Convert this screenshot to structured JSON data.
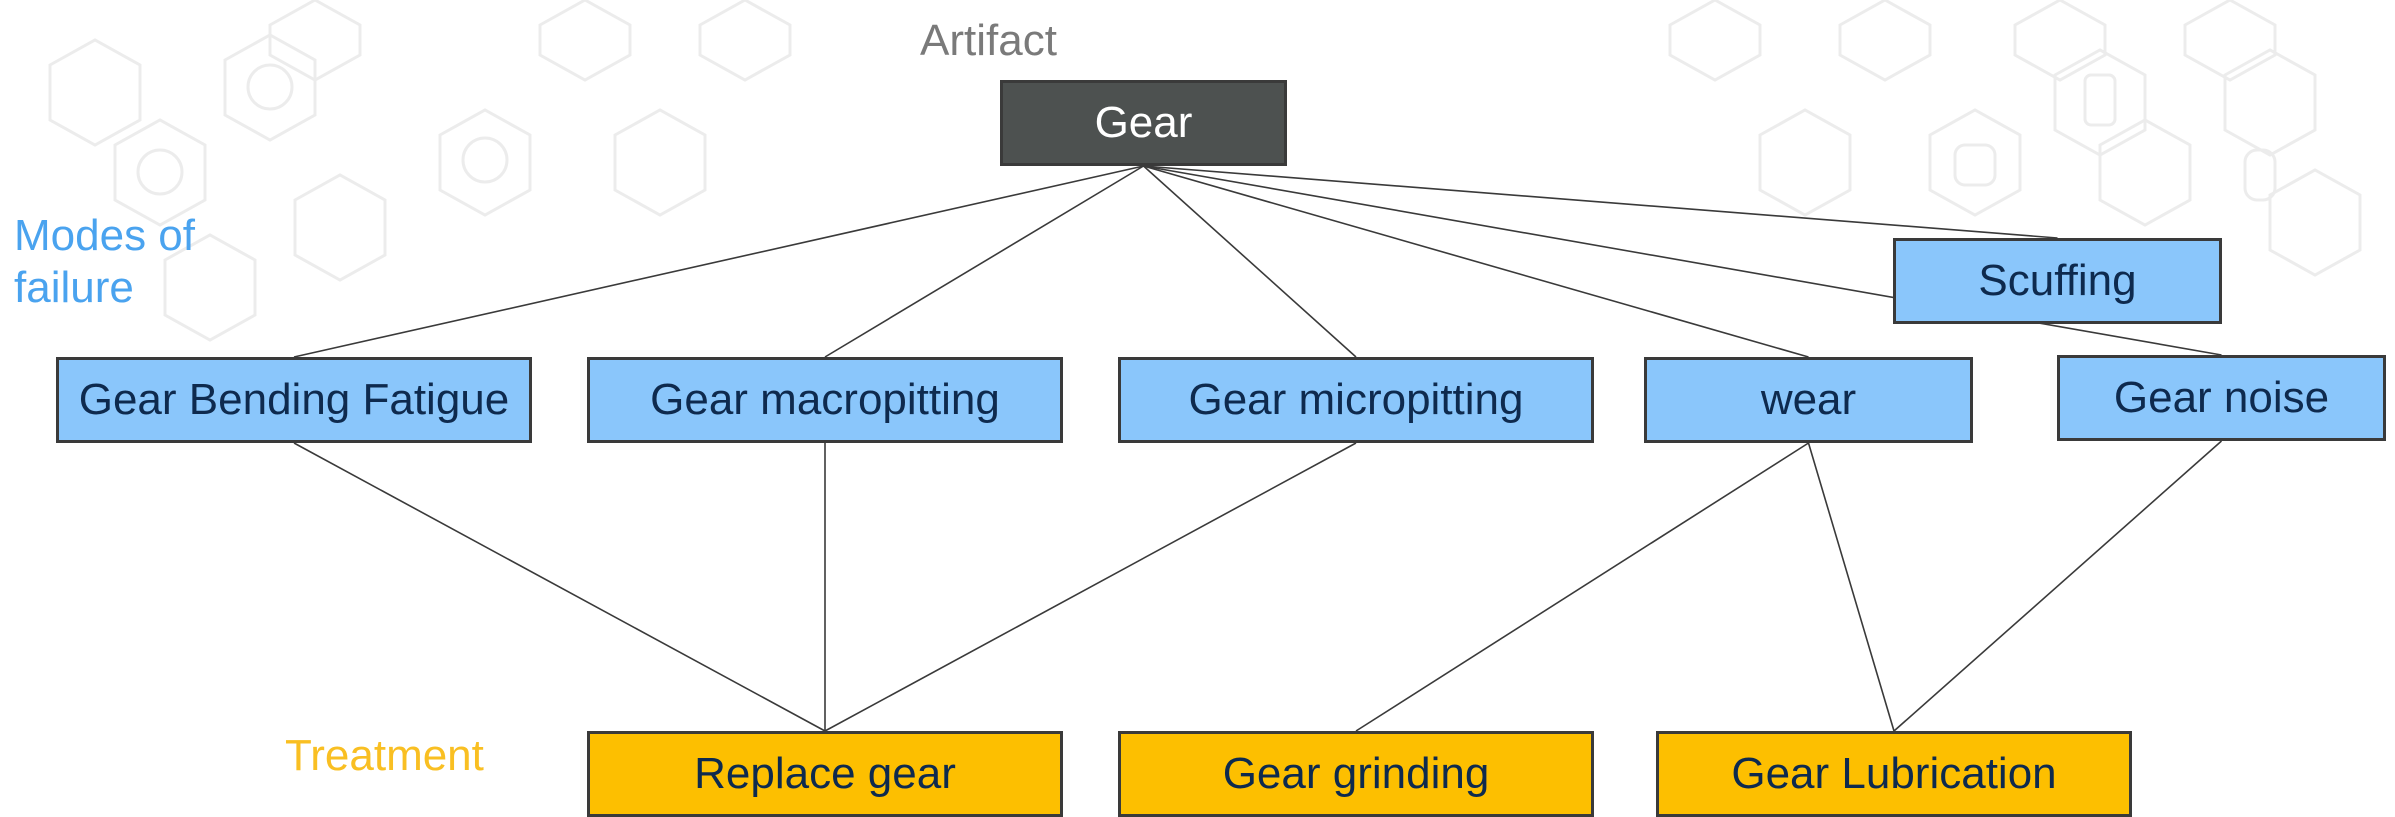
{
  "labels": {
    "artifact": "Artifact",
    "modes": "Modes of failure",
    "treatment": "Treatment"
  },
  "colors": {
    "artifact_label": "#7a7a7a",
    "modes_label": "#4aa3ef",
    "treatment_label": "#f9bf22",
    "artifact_box": "#4d5150",
    "mode_box": "#8ac6fb",
    "treatment_box": "#fdbf00",
    "edge": "#3a3a3a"
  },
  "nodes": {
    "gear": "Gear",
    "bending_fatigue": "Gear Bending Fatigue",
    "macropitting": "Gear macropitting",
    "micropitting": "Gear micropitting",
    "wear": "wear",
    "scuffing": "Scuffing",
    "noise": "Gear noise",
    "replace": "Replace gear",
    "grinding": "Gear grinding",
    "lubrication": "Gear Lubrication"
  },
  "edges": [
    [
      "gear",
      "bending_fatigue"
    ],
    [
      "gear",
      "macropitting"
    ],
    [
      "gear",
      "micropitting"
    ],
    [
      "gear",
      "wear"
    ],
    [
      "gear",
      "scuffing"
    ],
    [
      "gear",
      "noise"
    ],
    [
      "bending_fatigue",
      "replace"
    ],
    [
      "macropitting",
      "replace"
    ],
    [
      "micropitting",
      "replace"
    ],
    [
      "wear",
      "grinding"
    ],
    [
      "wear",
      "lubrication"
    ],
    [
      "noise",
      "lubrication"
    ]
  ]
}
